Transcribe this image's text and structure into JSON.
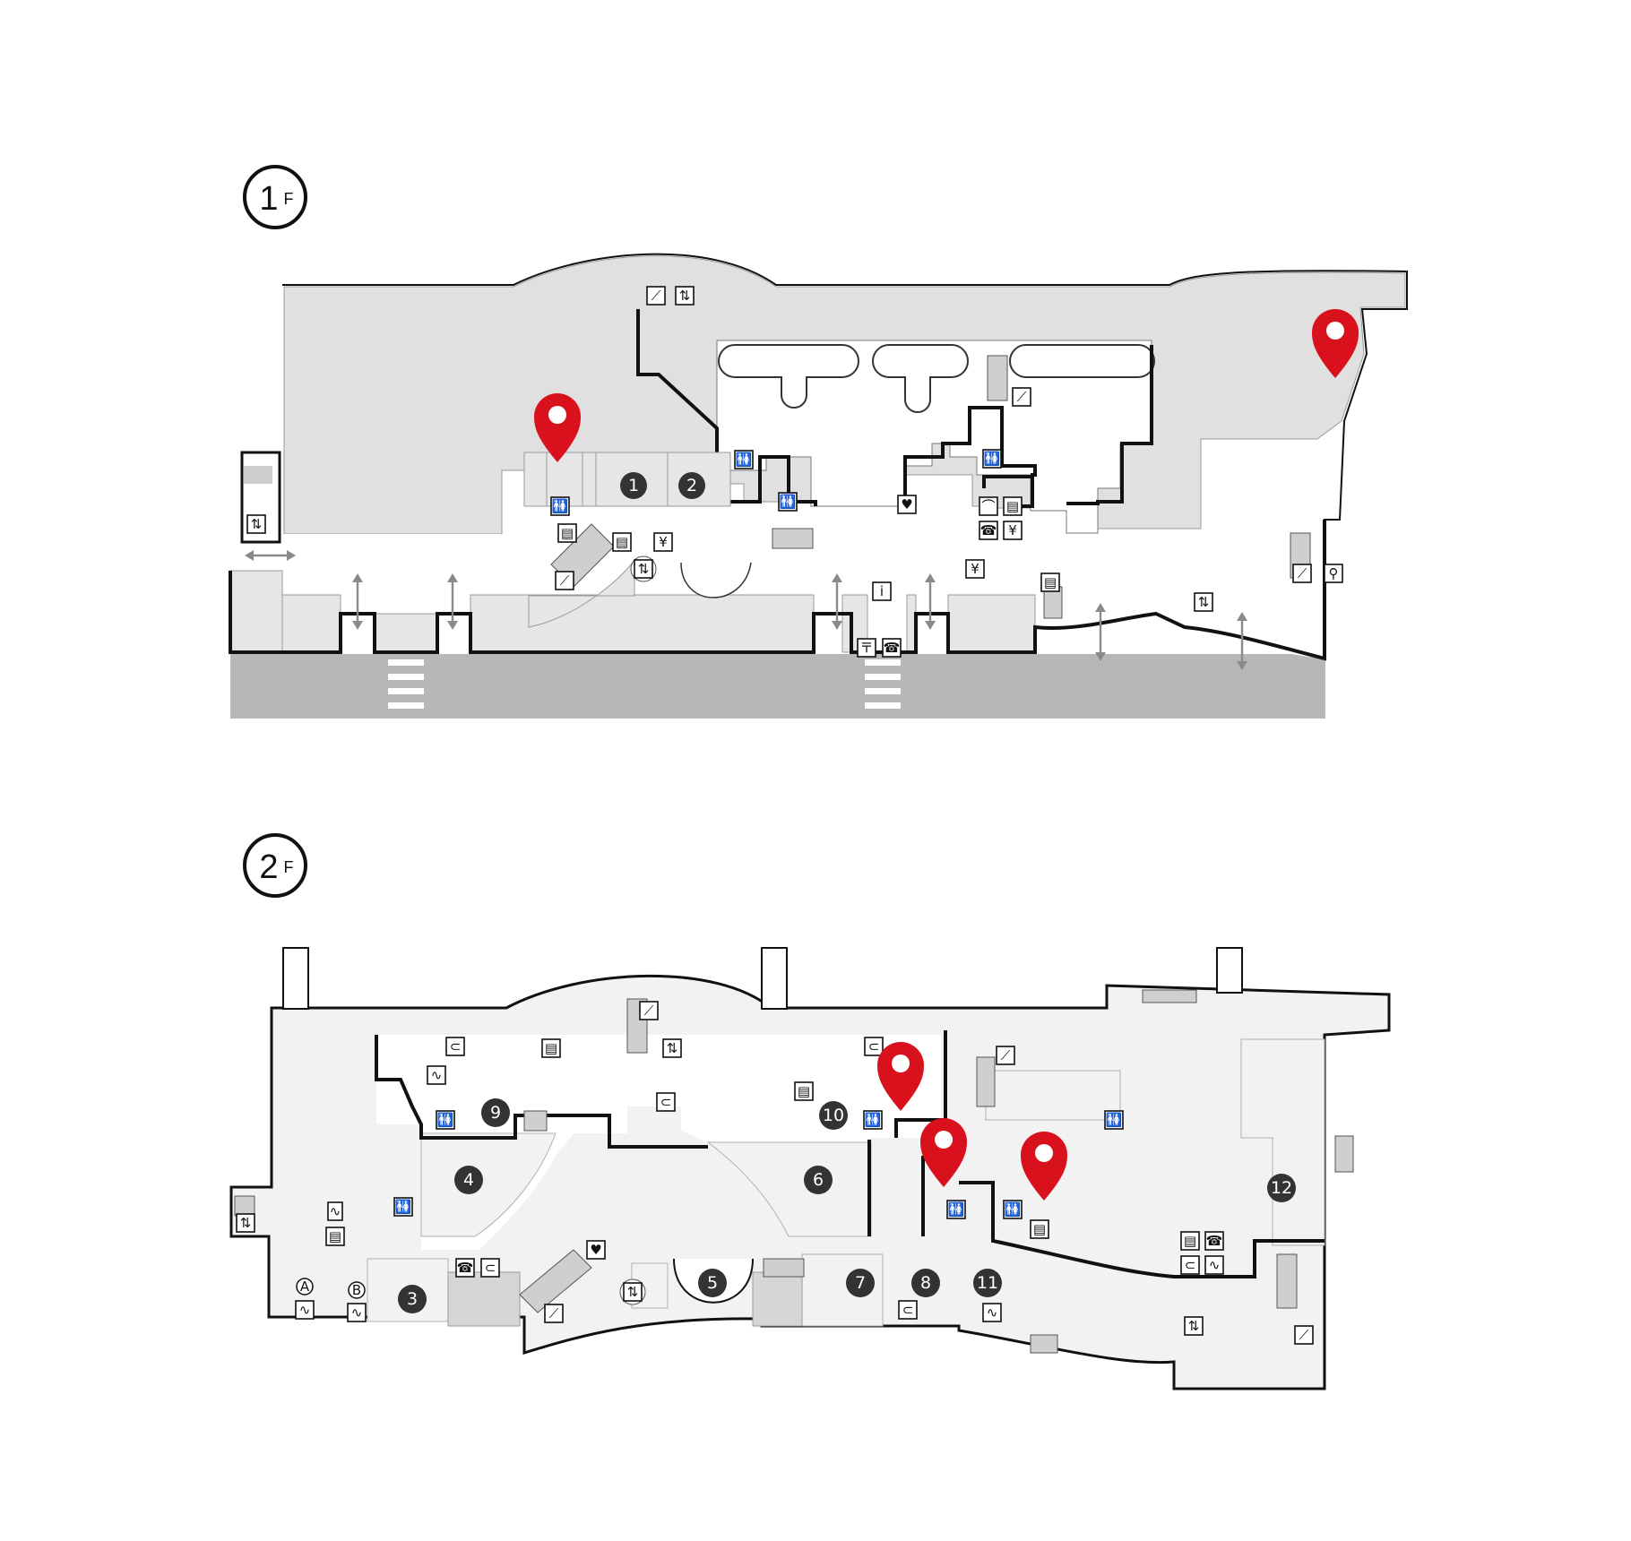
{
  "floors": [
    {
      "label_num": "1",
      "label_unit": "F",
      "markers": [
        "1",
        "2"
      ],
      "icons": [
        {
          "icon": "escalator-icon",
          "glyph": "⟋"
        },
        {
          "icon": "elevator-icon",
          "glyph": "⇅"
        },
        {
          "icon": "restroom-icon",
          "glyph": "🚻"
        },
        {
          "icon": "heart-aed-icon",
          "glyph": "♥"
        },
        {
          "icon": "cloakroom-icon",
          "glyph": "⌒"
        },
        {
          "icon": "phone-icon",
          "glyph": "☎"
        },
        {
          "icon": "information-icon",
          "glyph": "i"
        },
        {
          "icon": "post-office-icon",
          "glyph": "〒"
        },
        {
          "icon": "bicycle-icon",
          "glyph": "⚲"
        },
        {
          "icon": "atm-icon",
          "glyph": "¥"
        },
        {
          "icon": "locker-icon",
          "glyph": "▤"
        }
      ]
    },
    {
      "label_num": "2",
      "label_unit": "F",
      "markers": [
        "3",
        "4",
        "5",
        "6",
        "7",
        "8",
        "9",
        "10",
        "11",
        "12"
      ],
      "zone_labels": [
        "A",
        "B"
      ],
      "icons": [
        {
          "icon": "escalator-icon",
          "glyph": "⟋"
        },
        {
          "icon": "elevator-icon",
          "glyph": "⇅"
        },
        {
          "icon": "restroom-icon",
          "glyph": "🚻"
        },
        {
          "icon": "heart-aed-icon",
          "glyph": "♥"
        },
        {
          "icon": "phone-icon",
          "glyph": "☎"
        },
        {
          "icon": "smoking-area-icon",
          "glyph": "⊂"
        },
        {
          "icon": "baby-room-icon",
          "glyph": "∿"
        },
        {
          "icon": "locker-icon",
          "glyph": "▤"
        }
      ]
    }
  ],
  "colors": {
    "pin": "#d9111c",
    "floor1_fill": "#e3e3e3",
    "road": "#b7b7b7",
    "wall": "#111111"
  }
}
